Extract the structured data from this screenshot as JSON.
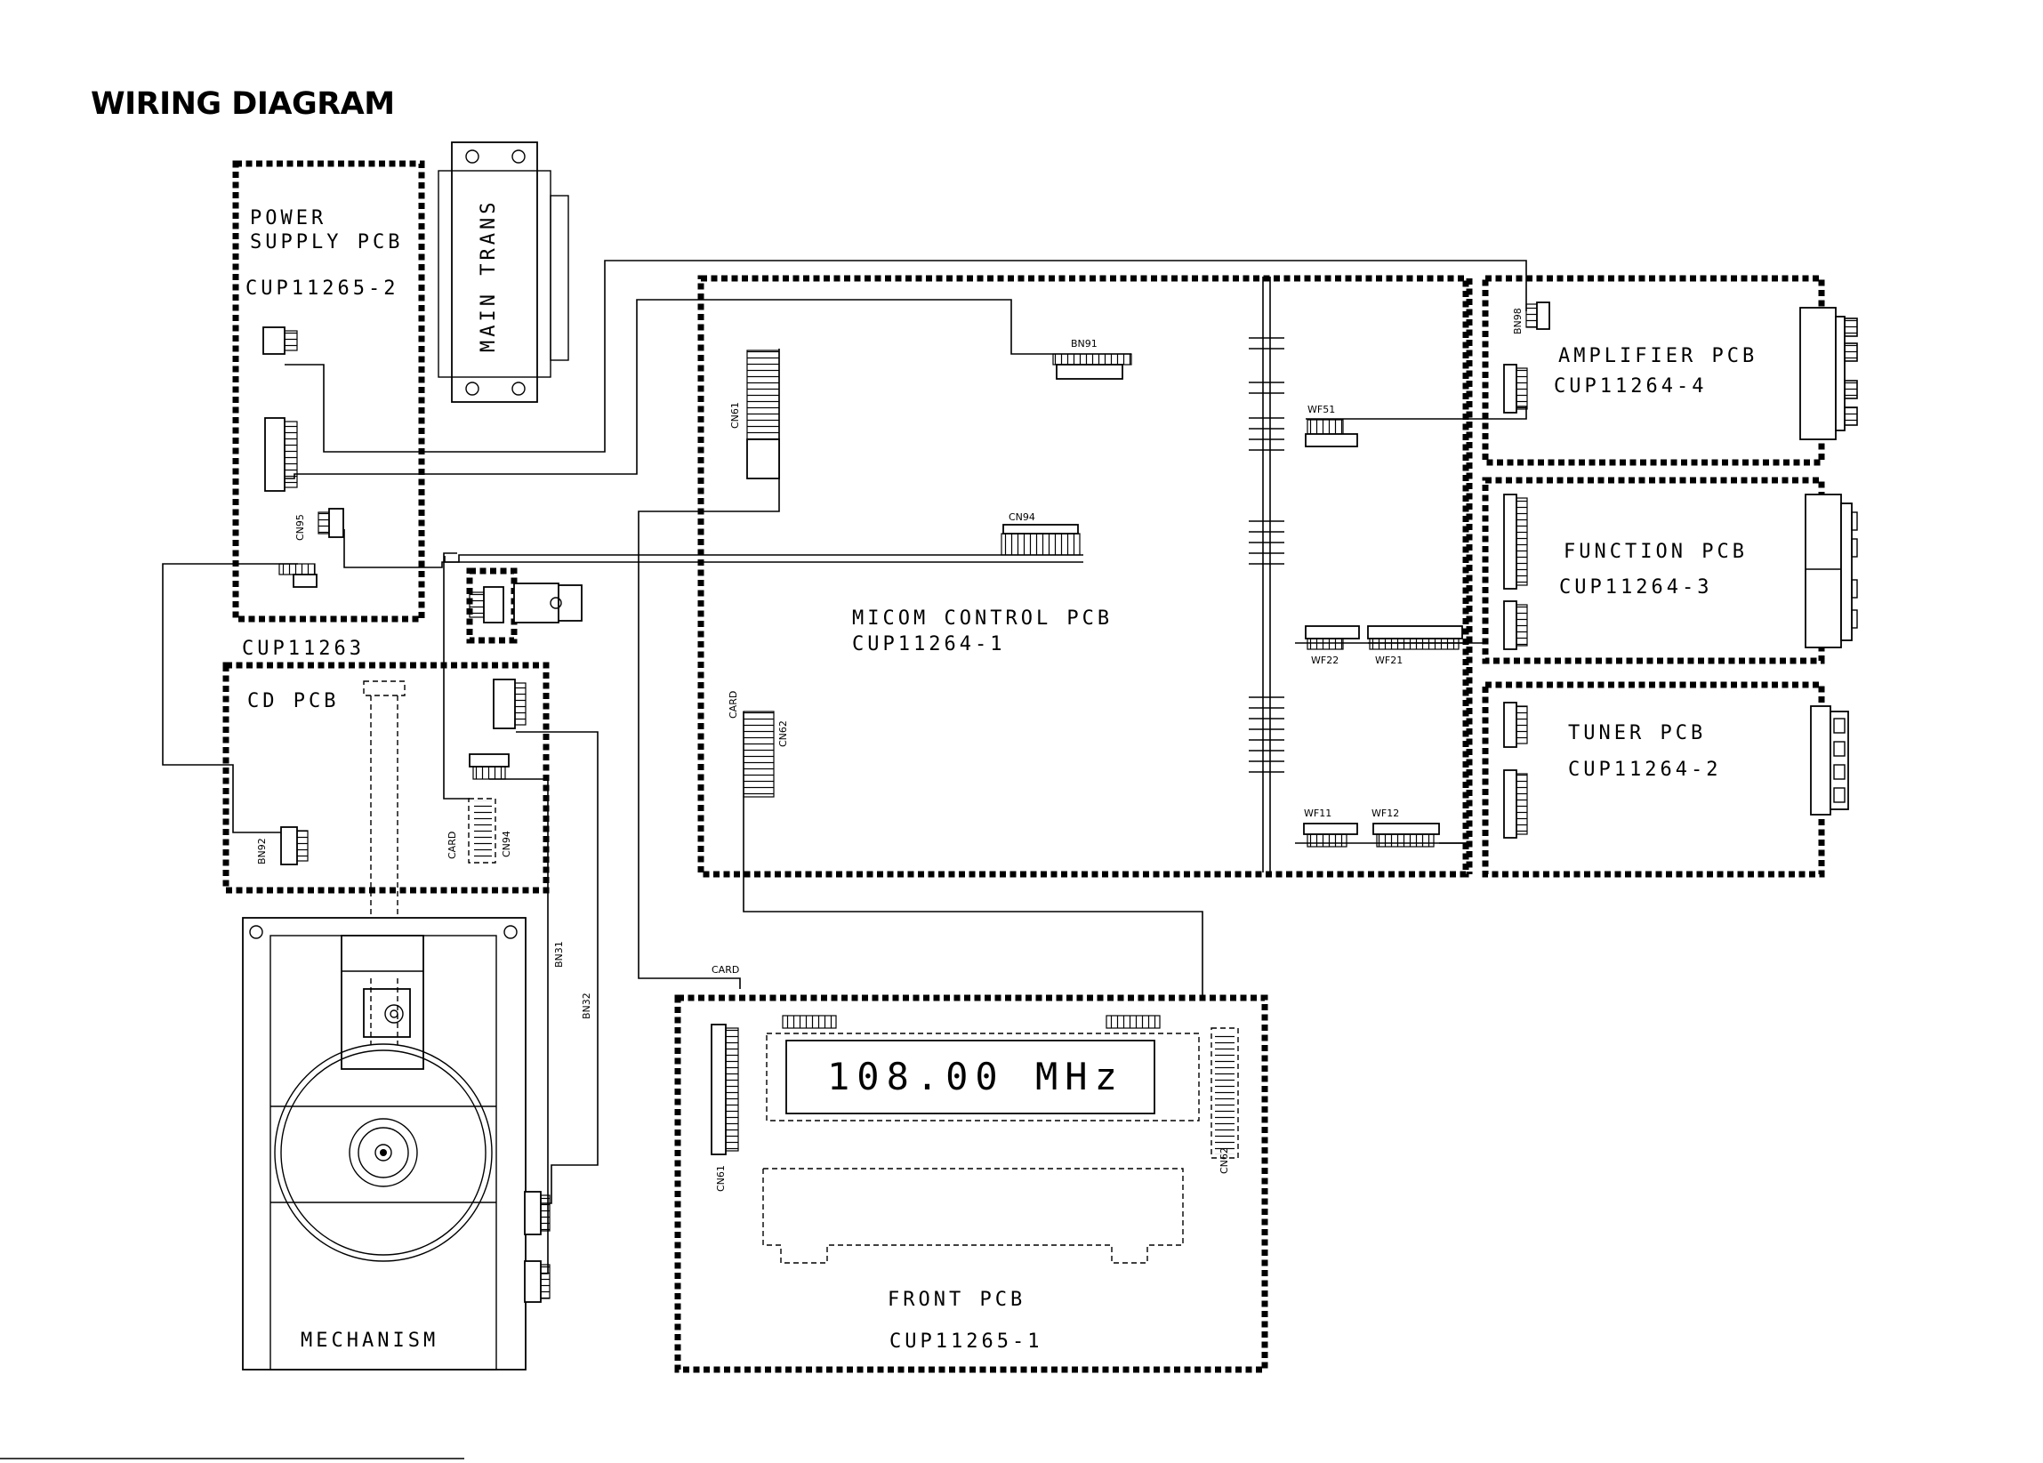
{
  "title": "WIRING DIAGRAM",
  "boards": {
    "power_supply": {
      "name_line1": "POWER",
      "name_line2": "SUPPLY PCB",
      "part_no": "CUP11265-2"
    },
    "sub_board": {
      "part_no": "CUP11263"
    },
    "cd": {
      "name": "CD PCB"
    },
    "micom_control": {
      "name": "MICOM CONTROL PCB",
      "part_no": "CUP11264-1"
    },
    "amplifier": {
      "name": "AMPLIFIER PCB",
      "part_no": "CUP11264-4"
    },
    "function": {
      "name": "FUNCTION PCB",
      "part_no": "CUP11264-3"
    },
    "tuner": {
      "name": "TUNER PCB",
      "part_no": "CUP11264-2"
    },
    "front": {
      "name": "FRONT PCB",
      "part_no": "CUP11265-1"
    }
  },
  "components": {
    "main_trans": "MAIN TRANS",
    "mechanism": "MECHANISM",
    "display_frequency": "108.00",
    "display_unit": "MHz"
  },
  "connectors": {
    "cn95": "CN95",
    "bn92": "BN92",
    "card_cd": "CARD",
    "cn94_cd": "CN94",
    "bn91": "BN91",
    "cn61_micom": "CN61",
    "cn94_micom": "CN94",
    "card_micom": "CARD",
    "cn62_micom": "CN62",
    "wf51": "WF51",
    "wf22": "WF22",
    "wf21": "WF21",
    "wf11": "WF11",
    "wf12": "WF12",
    "bn98": "BN98",
    "bn31": "BN31",
    "bn32": "BN32",
    "card_front": "CARD",
    "cn61_front": "CN61",
    "cn62_front": "CN62"
  }
}
